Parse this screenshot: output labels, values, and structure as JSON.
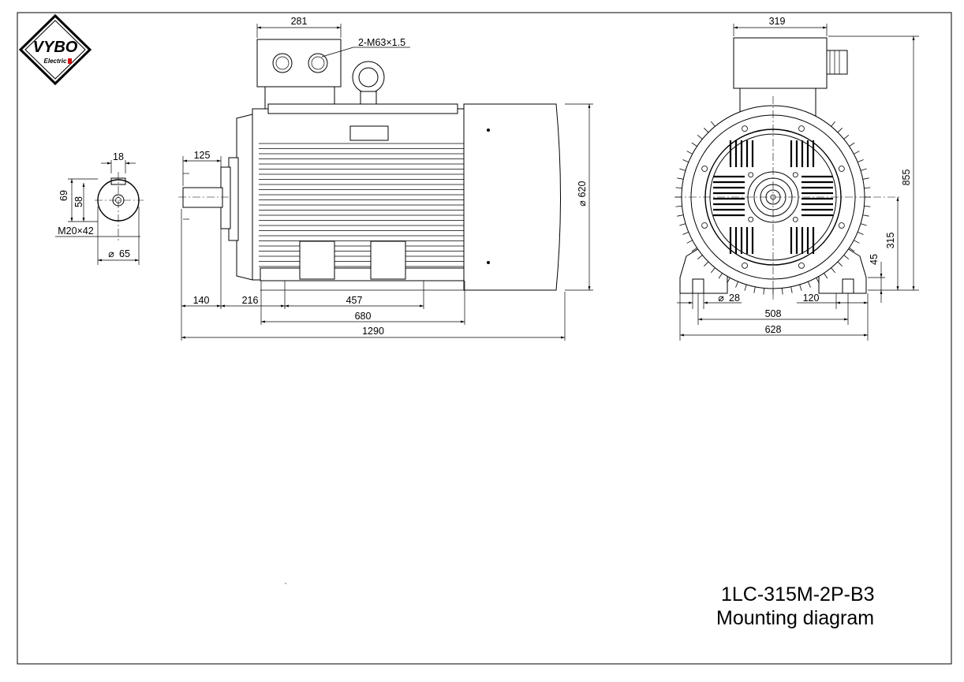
{
  "logo": {
    "brand": "VYBO",
    "sub": "Electric"
  },
  "title": {
    "model": "1LC-315M-2P-B3",
    "caption": "Mounting diagram"
  },
  "dimensions": {
    "shaft_key_width": "18",
    "shaft_h69": "69",
    "shaft_h58": "58",
    "shaft_thread": "M20×42",
    "shaft_dia": "65",
    "terminal_box_width": "281",
    "cable_gland": "2-M63×1.5",
    "shaft_len_125": "125",
    "body_dia": "620",
    "d_140": "140",
    "d_216": "216",
    "d_457": "457",
    "d_680": "680",
    "d_1290": "1290",
    "end_box_width": "319",
    "height_855": "855",
    "height_315": "315",
    "height_45": "45",
    "foot_hole": "28",
    "foot_120": "120",
    "foot_508": "508",
    "foot_628": "628"
  },
  "symbols": {
    "diameter": "⌀"
  }
}
